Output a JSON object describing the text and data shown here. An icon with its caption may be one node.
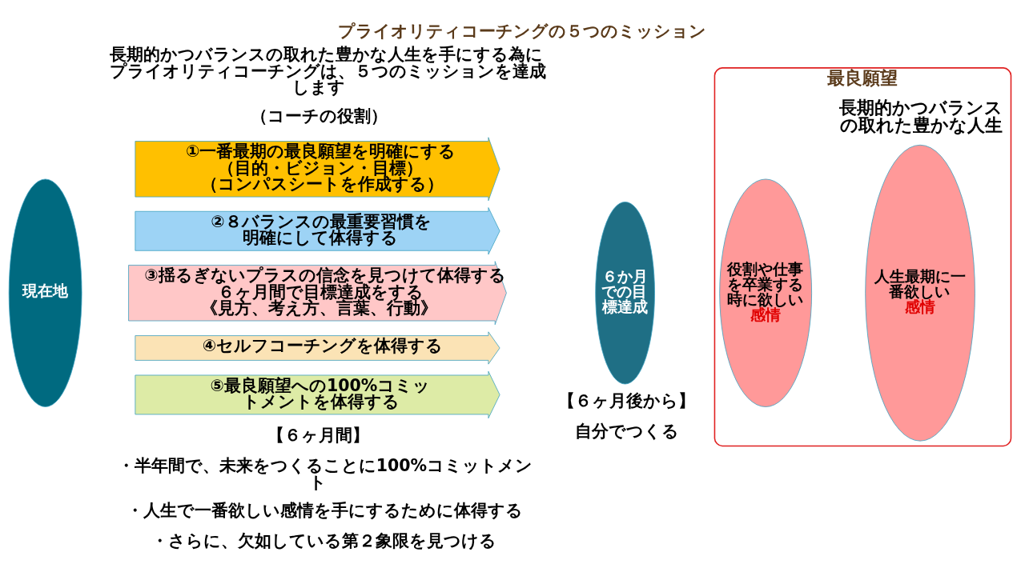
{
  "diagram": {
    "title": "プライオリティコーチングの５つのミッション",
    "nodes": [
      {
        "text": [
          "現在地"
        ]
      },
      {
        "text": [
          "①一番最期の最良願望を明確にする",
          "（目的・ビジョン・目標）",
          "（コンパスシートを作成する）"
        ]
      },
      {
        "text": [
          "②８バランスの最重要習慣を明確にして体得する"
        ]
      },
      {
        "text": [
          "③揺るぎないプラスの信念を見つけて体得する",
          "６ヶ月間で目標達成をする",
          "《見方、考え方、言葉、行動》"
        ]
      },
      {
        "text": [
          "④セルフコーチングを体得する"
        ]
      },
      {
        "text": [
          "⑤最良願望への100%コミットメントを体得する"
        ]
      },
      {
        "text": [
          "６か月での目標達成"
        ]
      },
      {
        "text": [
          "最良願望",
          "長期的かつバランスの取れた豊かな人生"
        ]
      },
      {
        "text": [
          "役割や仕事を卒業する時に欲しい",
          "感情"
        ],
        "in": 7
      },
      {
        "text": [
          "人生最期に一番欲しい",
          "感情"
        ],
        "in": 7
      }
    ],
    "edges": [],
    "labels": [
      "長期的かつバランスの取れた豊かな人生を手にする為にプライオリティコーチングは、５つのミッションを達成します",
      "（コーチの役割）",
      "【６ヶ月間】",
      "・半年間で、未来をつくることに100%コミットメント",
      "・人生で一番欲しい感情を手にするために体得する",
      "・さらに、欠如している第２象限を見つける",
      "【６ヶ月後から】",
      "自分でつくる"
    ]
  }
}
